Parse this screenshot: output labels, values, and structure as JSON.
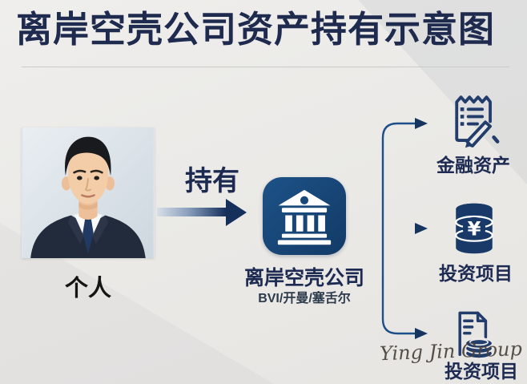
{
  "title": "离岸空壳公司资产持有示意图",
  "person": {
    "label": "个人"
  },
  "relation": {
    "label": "持有"
  },
  "company": {
    "name": "离岸空壳公司",
    "jurisdictions": "BVI/开曼/塞舌尔",
    "icon": "bank-icon"
  },
  "assets": [
    {
      "label": "金融资产",
      "icon": "financial-assets-checklist-icon"
    },
    {
      "label": "投资项目",
      "icon": "investment-database-yen-icon",
      "currency_symbol": "¥"
    },
    {
      "label": "投资项目",
      "icon": "investment-document-coins-icon"
    }
  ],
  "watermark": "Ying Jin Group",
  "colors": {
    "title_navy": "#1e2a4e",
    "icon_blue": "#1a4a7c",
    "line_blue": "#1d4e8a",
    "arrow_navy": "#16305c",
    "background": "#eceae8"
  }
}
